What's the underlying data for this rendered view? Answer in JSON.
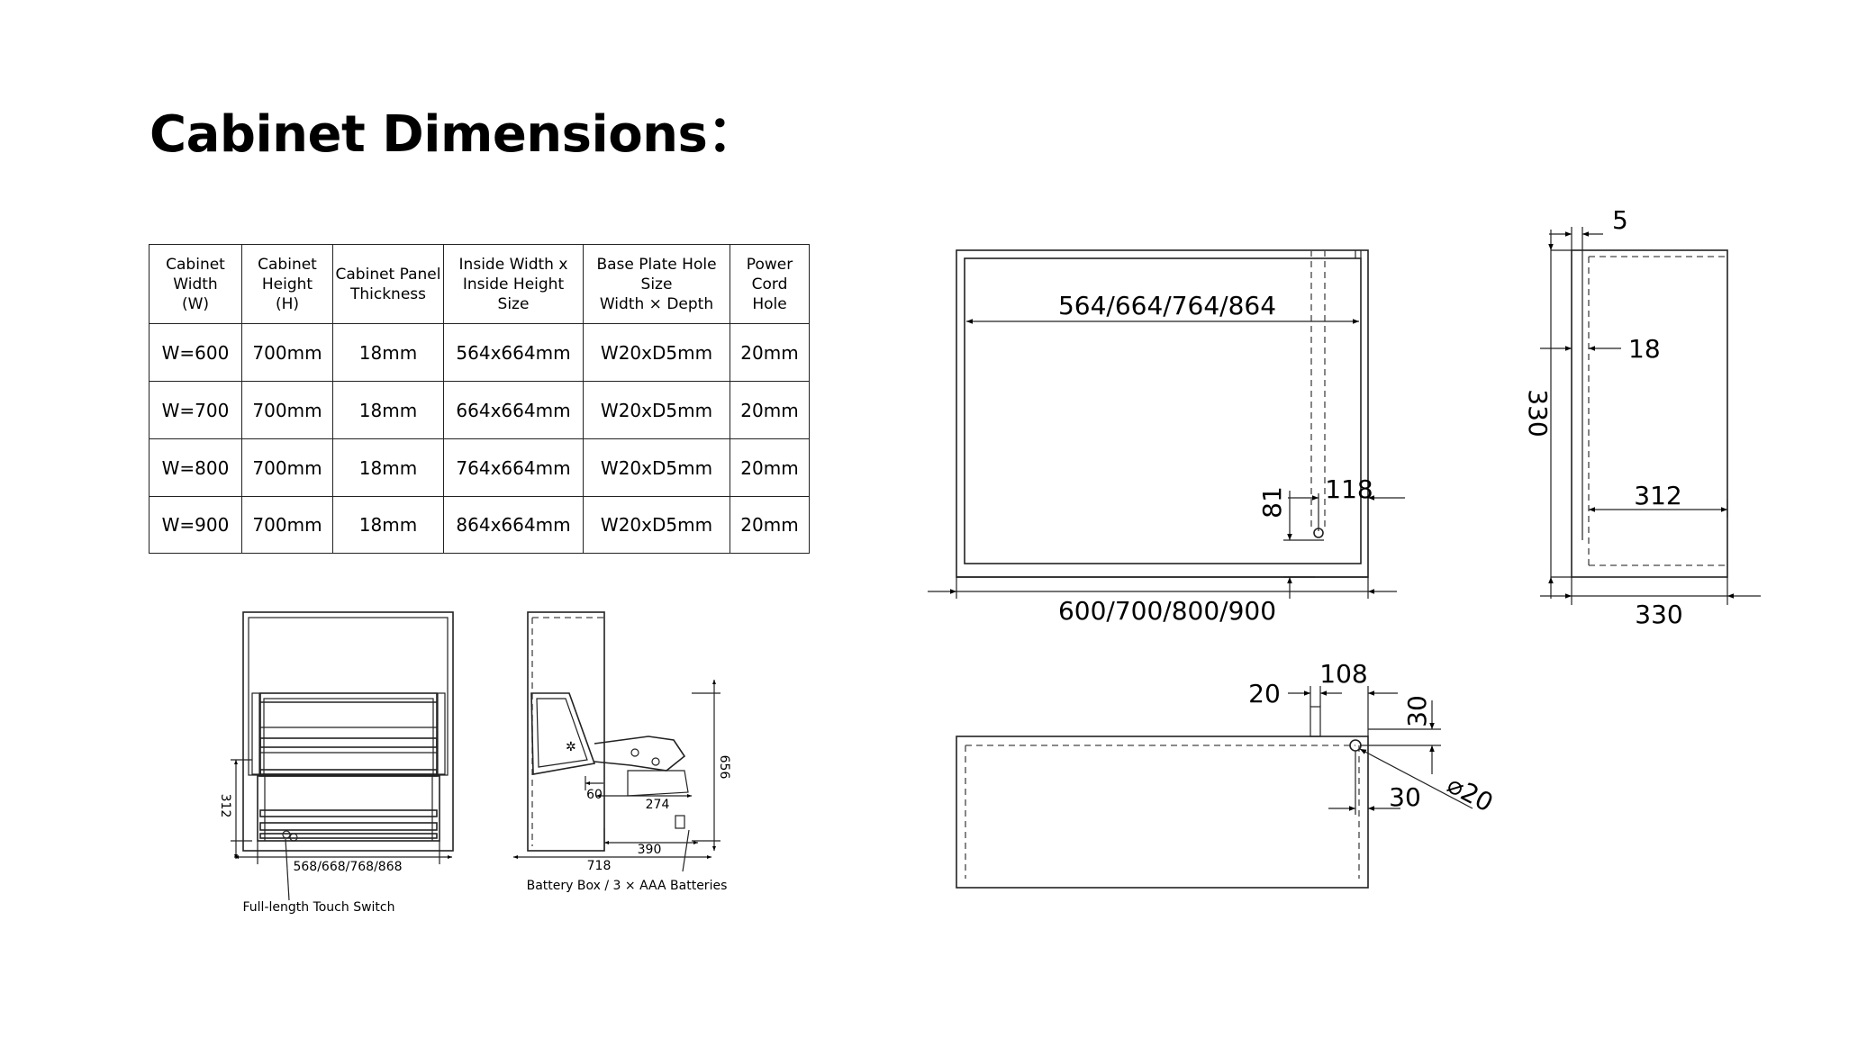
{
  "title": "Cabinet Dimensions：",
  "table": {
    "headers": [
      "Cabinet\nWidth\n(W)",
      "Cabinet\nHeight\n(H)",
      "Cabinet Panel\nThickness",
      "Inside Width x\nInside Height Size",
      "Base Plate Hole Size\nWidth × Depth",
      "Power Cord\nHole"
    ],
    "rows": [
      [
        "W=600",
        "700mm",
        "18mm",
        "564x664mm",
        "W20xD5mm",
        "20mm"
      ],
      [
        "W=700",
        "700mm",
        "18mm",
        "664x664mm",
        "W20xD5mm",
        "20mm"
      ],
      [
        "W=800",
        "700mm",
        "18mm",
        "764x664mm",
        "W20xD5mm",
        "20mm"
      ],
      [
        "W=900",
        "700mm",
        "18mm",
        "864x664mm",
        "W20xD5mm",
        "20mm"
      ]
    ]
  },
  "front_view": {
    "inside_width": "564/664/764/864",
    "outer_width": "600/700/800/900",
    "offset_118": "118",
    "offset_81": "81"
  },
  "side_view": {
    "top_5": "5",
    "panel_18": "18",
    "height_330": "330",
    "depth_312": "312",
    "depth_330": "330"
  },
  "top_view": {
    "dim_108": "108",
    "dim_20": "20",
    "dim_30_vertical": "30",
    "dim_30": "30",
    "hole_diameter": "⌀20"
  },
  "basket_front": {
    "width": "568/668/768/868",
    "height": "312",
    "switch_label": "Full-length Touch Switch"
  },
  "basket_side": {
    "d60": "60",
    "d274": "274",
    "d390": "390",
    "d718": "718",
    "d656": "656",
    "battery_label": "Battery Box / 3 × AAA Batteries"
  }
}
